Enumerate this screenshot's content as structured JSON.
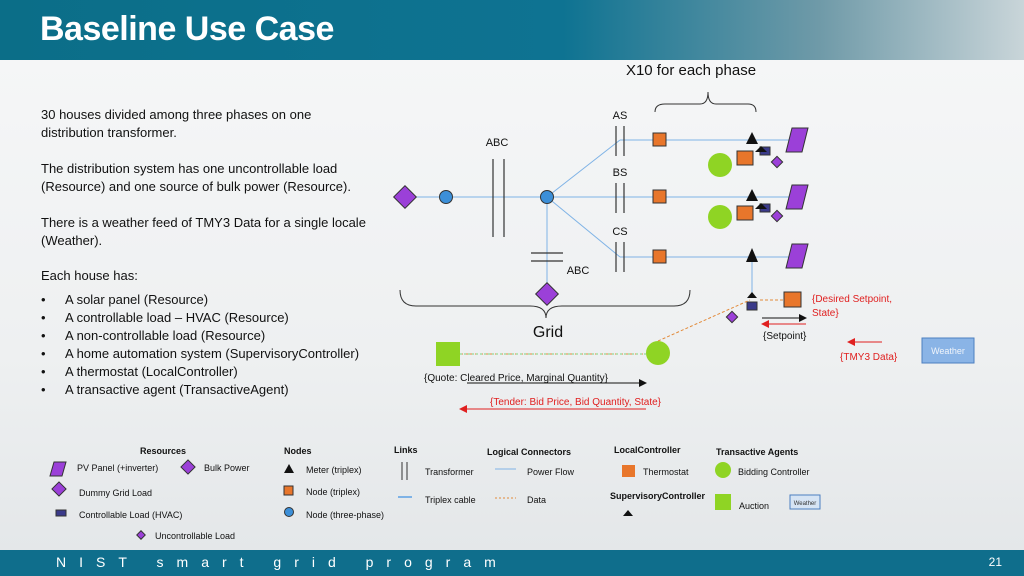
{
  "title": "Baseline Use Case",
  "footer": {
    "program": "NIST smart grid program",
    "page": "21"
  },
  "text": {
    "para1": [
      "30 houses divided among three phases on one",
      "distribution transformer."
    ],
    "para2": [
      "The distribution system has one uncontrollable load",
      "(Resource) and one source of bulk power (Resource)."
    ],
    "para3": [
      "There is a weather feed of TMY3 Data for a single locale",
      "(Weather)."
    ],
    "each_house": "Each house has:",
    "bullets": [
      "A solar panel (Resource)",
      "A controllable load – HVAC (Resource)",
      "A non-controllable load (Resource)",
      "A home automation system (SupervisoryController)",
      "A thermostat (LocalController)",
      "A transactive agent (TransactiveAgent)"
    ]
  },
  "diagram": {
    "x10_label": "X10 for each phase",
    "phase_as": "AS",
    "phase_bs": "BS",
    "phase_cs": "CS",
    "abc_top": "ABC",
    "abc_bottom": "ABC",
    "grid_label": "Grid",
    "desired_setpoint": "{Desired Setpoint,",
    "state": "State}",
    "setpoint": "{Setpoint}",
    "tmy3": "{TMY3 Data}",
    "weather": "Weather",
    "quote": "{Quote: Cleared Price, Marginal Quantity}",
    "tender": "{Tender: Bid Price, Bid Quantity, State}"
  },
  "legend": {
    "resources_header": "Resources",
    "nodes_header": "Nodes",
    "links_header": "Links",
    "logical_header": "Logical Connectors",
    "localcontroller_header": "LocalController",
    "transactive_header": "Transactive Agents",
    "supervisory_header": "SupervisoryController",
    "pv_panel": "PV Panel (+inverter)",
    "bulk_power": "Bulk Power",
    "dummy_grid_load": "Dummy Grid Load",
    "controllable_load": "Controllable Load (HVAC)",
    "uncontrollable_load": "Uncontrollable Load",
    "meter": "Meter (triplex)",
    "node_triplex": "Node (triplex)",
    "node_three_phase": "Node (three-phase)",
    "transformer": "Transformer",
    "triplex_cable": "Triplex cable",
    "power_flow": "Power Flow",
    "data": "Data",
    "thermostat": "Thermostat",
    "bidding_controller": "Bidding Controller",
    "auction": "Auction",
    "weather_small": "Weather"
  },
  "colors": {
    "header_teal": "#0e7392",
    "orange": "#e8762b",
    "purple": "#9b40d8",
    "green": "#8fd424",
    "blue_node": "#3c8fd8",
    "power_line": "#7fb3e6",
    "data_line": "#e28a3a",
    "red_arrow": "#e02020"
  }
}
